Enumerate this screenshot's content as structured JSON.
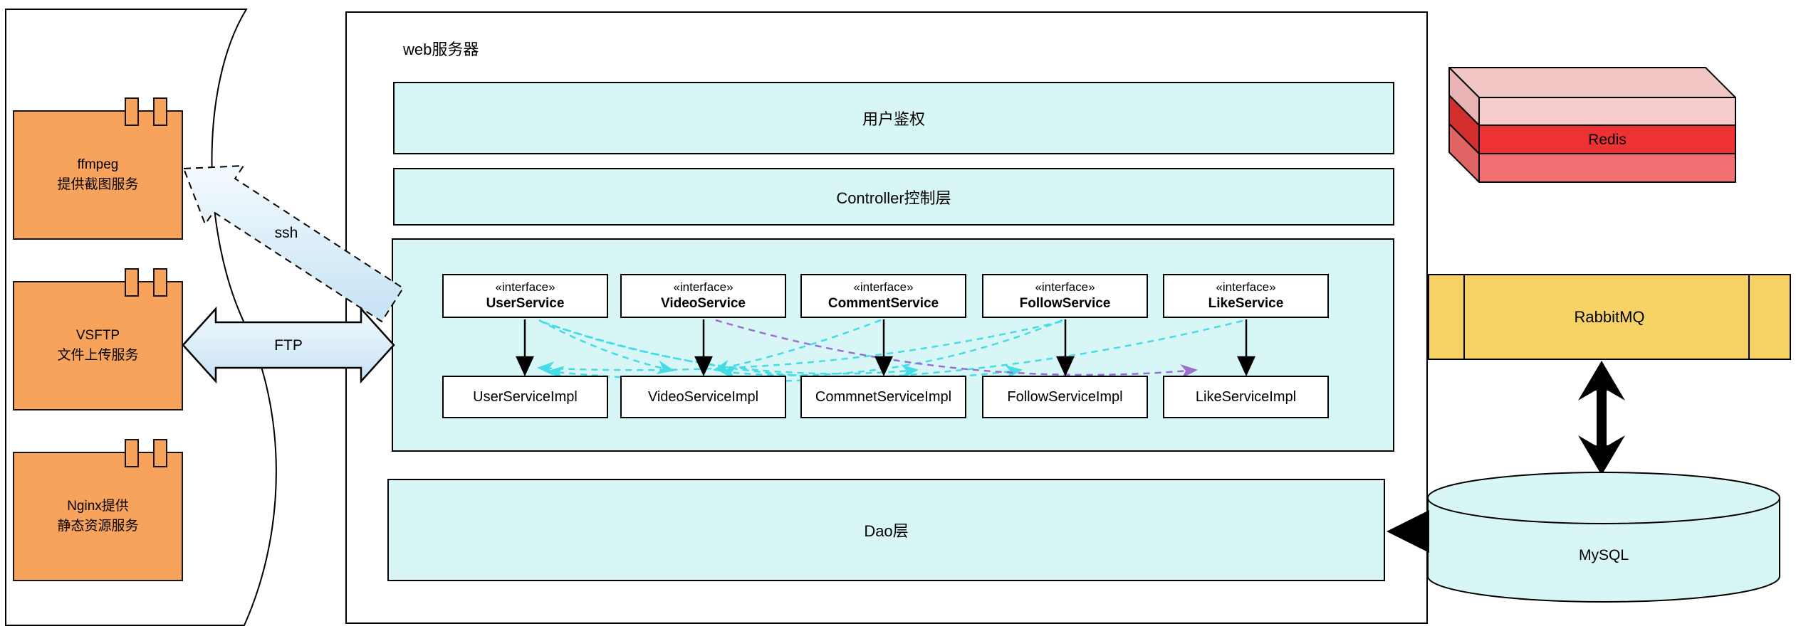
{
  "diagram": {
    "external_components": [
      {
        "line1": "ffmpeg",
        "line2": "提供截图服务"
      },
      {
        "line1": "VSFTP",
        "line2": "文件上传服务"
      },
      {
        "line1": "Nginx提供",
        "line2": "静态资源服务"
      }
    ],
    "connectors": {
      "ssh_label": "ssh",
      "ftp_label": "FTP"
    },
    "web_server": {
      "title": "web服务器",
      "auth_layer": "用户鉴权",
      "controller_layer": "Controller控制层",
      "dao_layer": "Dao层",
      "stereotype": "«interface»",
      "interfaces": [
        "UserService",
        "VideoService",
        "CommentService",
        "FollowService",
        "LikeService"
      ],
      "implementations": [
        "UserServiceImpl",
        "VideoServiceImpl",
        "CommnetServiceImpl",
        "FollowServiceImpl",
        "LikeServiceImpl"
      ]
    },
    "infrastructure": {
      "redis": "Redis",
      "rabbitmq": "RabbitMQ",
      "mysql": "MySQL"
    },
    "colors": {
      "layer_fill": "#D9F6F6",
      "component_fill": "#F8A35C",
      "rabbitmq_fill": "#F6D265",
      "redis_top_band": "#F6CCCC",
      "redis_mid_band": "#EE3133",
      "redis_bottom_band": "#F37173",
      "dependency_cyan": "#45DCE6",
      "dependency_purple": "#9B6FD0",
      "block_arrow_fill": "#D6EBF8"
    }
  }
}
